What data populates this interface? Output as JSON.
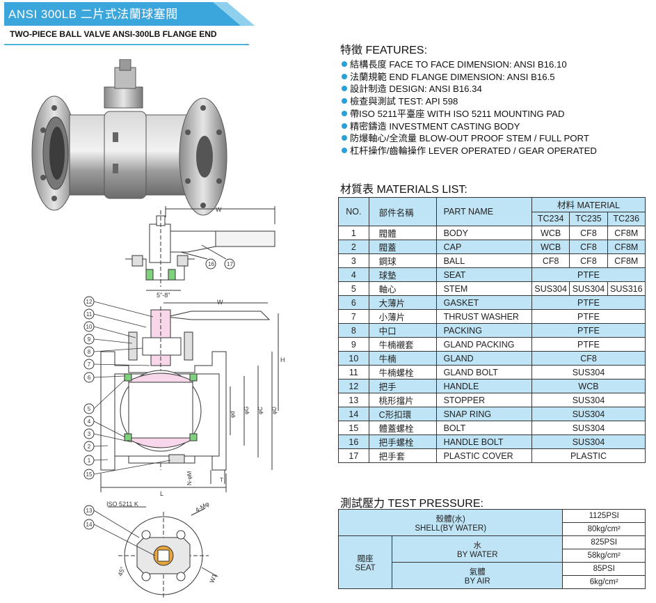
{
  "title": "ANSI 300LB  二片式法蘭球塞閥",
  "subtitle": "TWO-PIECE BALL VALVE ANSI-300LB FLANGE END",
  "colors": {
    "accent": "#2aa0d8",
    "header_fill": "#bfe4f5",
    "banner": "#3aa6dc"
  },
  "features": {
    "heading": "特徵  FEATURES:",
    "items": [
      "結構長度  FACE TO FACE DIMENSION: ANSI B16.10",
      "法蘭規範  END FLANGE DIMENSION: ANSI B16.5",
      "設計制造  DESIGN: ANSI B16.34",
      "檢查與測試  TEST: API 598",
      "帶ISO 5211平臺座  WITH ISO 5211 MOUNTING PAD",
      "精密鑄造  INVESTMENT CASTING BODY",
      "防爆軸心/全流量  BLOW-OUT PROOF STEM / FULL PORT",
      "杠杆操作/齒輪操作  LEVER OPERATED / GEAR OPERATED"
    ]
  },
  "materials": {
    "heading": "材質表  MATERIALS LIST:",
    "headers": {
      "no": "NO.",
      "cn": "部件名稱",
      "en": "PART NAME",
      "material": "材料  MATERIAL",
      "grades": [
        "TC234",
        "TC235",
        "TC236"
      ]
    },
    "rows": [
      {
        "no": "1",
        "cn": "閥體",
        "en": "BODY",
        "m": [
          "WCB",
          "CF8",
          "CF8M"
        ]
      },
      {
        "no": "2",
        "cn": "閥蓋",
        "en": "CAP",
        "m": [
          "WCB",
          "CF8",
          "CF8M"
        ]
      },
      {
        "no": "3",
        "cn": "鋼球",
        "en": "BALL",
        "m": [
          "CF8",
          "CF8",
          "CF8M"
        ]
      },
      {
        "no": "4",
        "cn": "球墊",
        "en": "SEAT",
        "all": "PTFE"
      },
      {
        "no": "5",
        "cn": "軸心",
        "en": "STEM",
        "m": [
          "SUS304",
          "SUS304",
          "SUS316"
        ]
      },
      {
        "no": "6",
        "cn": "大薄片",
        "en": "GASKET",
        "all": "PTFE"
      },
      {
        "no": "7",
        "cn": "小薄片",
        "en": "THRUST WASHER",
        "all": "PTFE"
      },
      {
        "no": "8",
        "cn": "中口",
        "en": "PACKING",
        "all": "PTFE"
      },
      {
        "no": "9",
        "cn": "牛楠襯套",
        "en": "GLAND PACKING",
        "all": "PTFE"
      },
      {
        "no": "10",
        "cn": "牛楠",
        "en": "GLAND",
        "all": "CF8"
      },
      {
        "no": "11",
        "cn": "牛楠螺栓",
        "en": "GLAND BOLT",
        "all": "SUS304"
      },
      {
        "no": "12",
        "cn": "把手",
        "en": "HANDLE",
        "all": "WCB"
      },
      {
        "no": "13",
        "cn": "桃形擋片",
        "en": "STOPPER",
        "all": "SUS304"
      },
      {
        "no": "14",
        "cn": "C形扣環",
        "en": "SNAP RING",
        "all": "SUS304"
      },
      {
        "no": "15",
        "cn": "體蓋螺栓",
        "en": "BOLT",
        "all": "SUS304"
      },
      {
        "no": "16",
        "cn": "把手螺栓",
        "en": "HANDLE BOLT",
        "all": "SUS304"
      },
      {
        "no": "17",
        "cn": "把手套",
        "en": "PLASTIC COVER",
        "all": "PLASTIC"
      }
    ]
  },
  "pressure": {
    "heading": "測試壓力  TEST PRESSURE:",
    "shell_cn": "殼體(水)",
    "shell_en": "SHELL(BY WATER)",
    "shell_psi": "1125PSI",
    "shell_kg": "80kg/cm²",
    "seat_cn": "閥座",
    "seat_en": "SEAT",
    "water_cn": "水",
    "water_en": "BY WATER",
    "water_psi": "825PSI",
    "water_kg": "58kg/cm²",
    "air_cn": "氣體",
    "air_en": "BY AIR",
    "air_psi": "85PSI",
    "air_kg": "6kg/cm²"
  },
  "drawing": {
    "top_dim": "W",
    "top_size": "5\"-8\"",
    "top_callouts": [
      "16",
      "17"
    ],
    "section_dims": {
      "w": "W",
      "h": "H",
      "l": "L",
      "t": "T",
      "n": "N-φM",
      "d": "φd",
      "g": "φG",
      "c": "φC",
      "D": "φD"
    },
    "section_callouts": [
      "12",
      "11",
      "10",
      "9",
      "8",
      "7",
      "6",
      "5",
      "4",
      "3",
      "2",
      "1",
      "15"
    ],
    "pad_label": "ISO 5211 K",
    "pad_bolts": "4-Mφ",
    "pad_angle": "45°",
    "pad_w1": "W1",
    "pad_callouts": [
      "13",
      "14"
    ]
  }
}
